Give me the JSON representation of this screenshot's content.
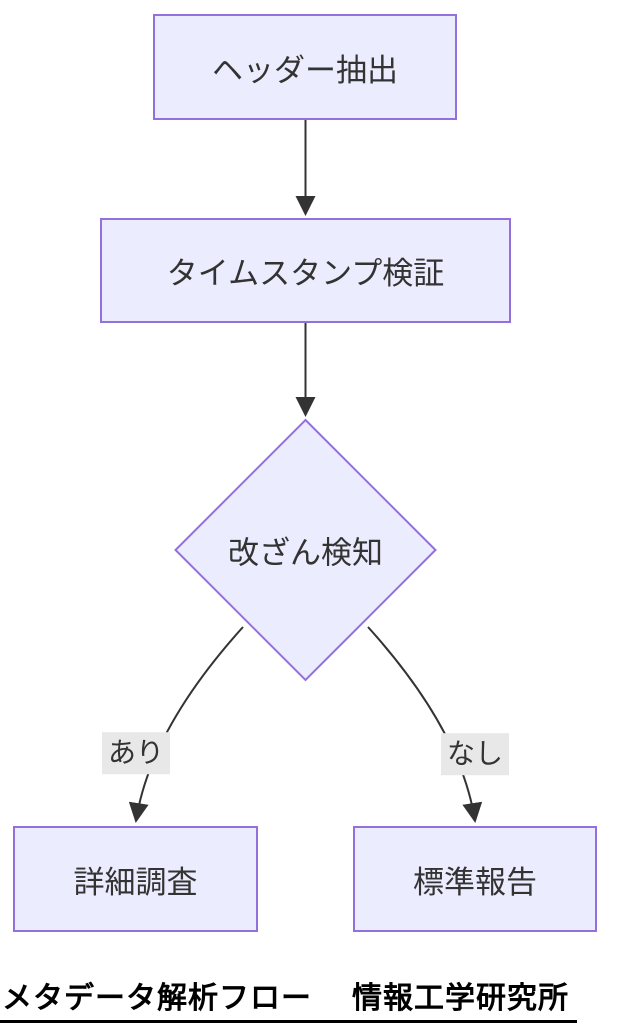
{
  "colors": {
    "background": "#ffffff",
    "node_fill": "#ECECFF",
    "node_border": "#9370DB",
    "edge": "#333333",
    "edge_label_bg": "#e8e8e8",
    "node_text": "#333333",
    "caption_text": "#000000"
  },
  "flowchart": {
    "nodes": [
      {
        "id": "header-extract",
        "shape": "rectangle",
        "label": "ヘッダー抽出"
      },
      {
        "id": "timestamp-verify",
        "shape": "rectangle",
        "label": "タイムスタンプ検証"
      },
      {
        "id": "tamper-detect",
        "shape": "diamond",
        "label": "改ざん検知"
      },
      {
        "id": "detailed-investigation",
        "shape": "rectangle",
        "label": "詳細調査"
      },
      {
        "id": "standard-report",
        "shape": "rectangle",
        "label": "標準報告"
      }
    ],
    "edges": [
      {
        "from": "header-extract",
        "to": "timestamp-verify",
        "label": ""
      },
      {
        "from": "timestamp-verify",
        "to": "tamper-detect",
        "label": ""
      },
      {
        "from": "tamper-detect",
        "to": "detailed-investigation",
        "label": "あり"
      },
      {
        "from": "tamper-detect",
        "to": "standard-report",
        "label": "なし"
      }
    ]
  },
  "caption": {
    "title": "メタデータ解析フロー",
    "organization": "情報工学研究所"
  }
}
